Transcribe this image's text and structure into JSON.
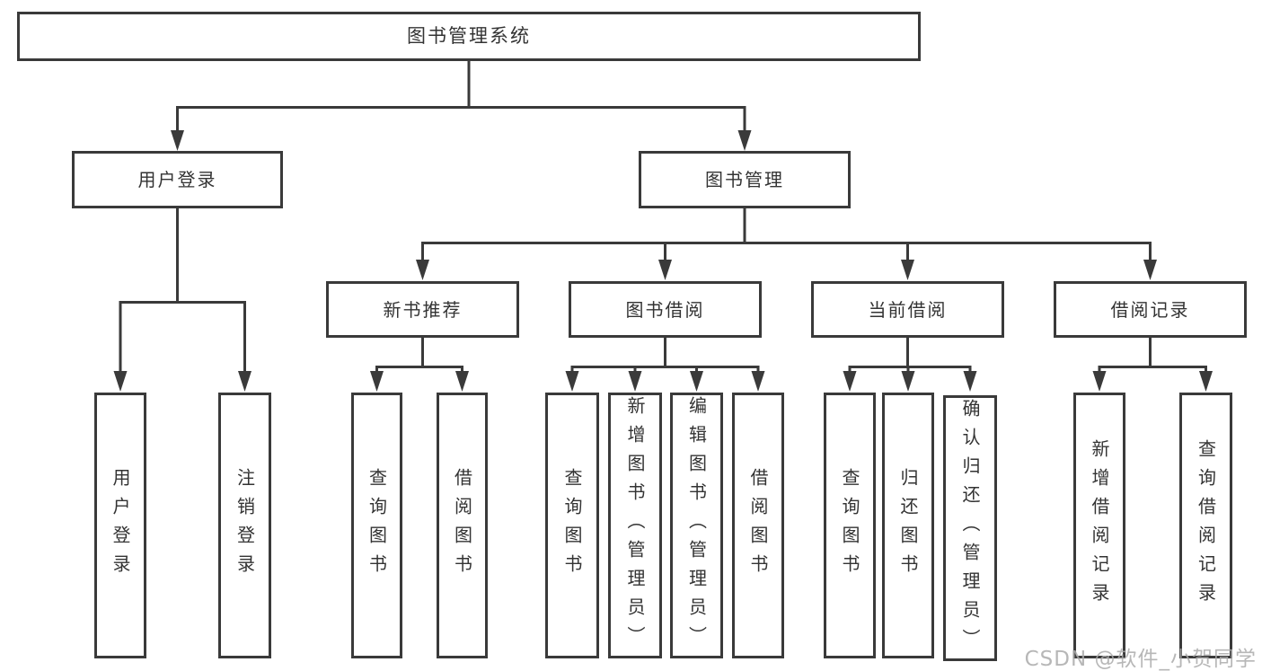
{
  "diagram_title": "图书管理系统",
  "tree": {
    "label": "图书管理系统",
    "children": [
      {
        "label": "用户登录",
        "children": [
          {
            "label": "用户登录"
          },
          {
            "label": "注销登录"
          }
        ]
      },
      {
        "label": "图书管理",
        "children": [
          {
            "label": "新书推荐",
            "children": [
              {
                "label": "查询图书"
              },
              {
                "label": "借阅图书"
              }
            ]
          },
          {
            "label": "图书借阅",
            "children": [
              {
                "label": "查询图书"
              },
              {
                "label": "新增图书（管理员）"
              },
              {
                "label": "编辑图书（管理员）"
              },
              {
                "label": "借阅图书"
              }
            ]
          },
          {
            "label": "当前借阅",
            "children": [
              {
                "label": "查询图书"
              },
              {
                "label": "归还图书"
              },
              {
                "label": "确认归还（管理员）"
              }
            ]
          },
          {
            "label": "借阅记录",
            "children": [
              {
                "label": "新增借阅记录"
              },
              {
                "label": "查询借阅记录"
              }
            ]
          }
        ]
      }
    ]
  },
  "watermark": "CSDN @软件_小贺同学",
  "colors": {
    "line": "#3a3a3a",
    "text": "#333333",
    "watermark": "#aaaaaa",
    "background": "#ffffff"
  }
}
